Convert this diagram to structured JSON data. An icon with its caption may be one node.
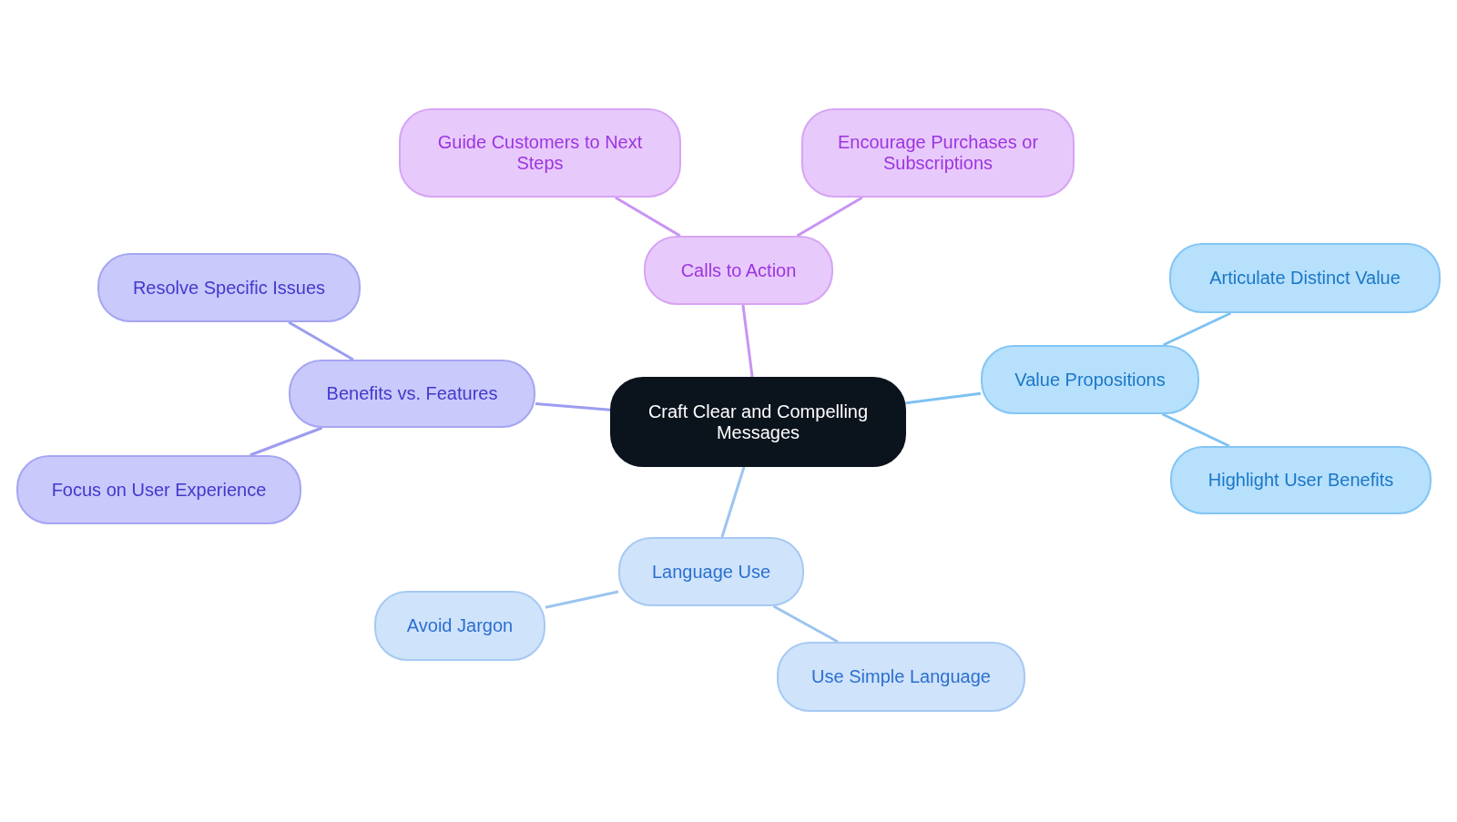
{
  "diagram": {
    "nodes": [
      {
        "text": [
          "Craft Clear and Compelling Messages"
        ]
      },
      {
        "text": [
          "Calls to Action"
        ]
      },
      {
        "text": [
          "Guide Customers to Next Steps"
        ]
      },
      {
        "text": [
          "Encourage Purchases or Subscriptions"
        ]
      },
      {
        "text": [
          "Value Propositions"
        ]
      },
      {
        "text": [
          "Articulate Distinct Value"
        ]
      },
      {
        "text": [
          "Highlight User Benefits"
        ]
      },
      {
        "text": [
          "Language Use"
        ]
      },
      {
        "text": [
          "Avoid Jargon"
        ]
      },
      {
        "text": [
          "Use Simple Language"
        ]
      },
      {
        "text": [
          "Benefits vs. Features"
        ]
      },
      {
        "text": [
          "Resolve Specific Issues"
        ]
      },
      {
        "text": [
          "Focus on User Experience"
        ]
      }
    ],
    "edges": [
      {
        "from": 0,
        "to": 1,
        "arrow": "none",
        "color": "#c894f2"
      },
      {
        "from": 1,
        "to": 2,
        "arrow": "none",
        "color": "#c894f2"
      },
      {
        "from": 1,
        "to": 3,
        "arrow": "none",
        "color": "#c894f2"
      },
      {
        "from": 0,
        "to": 4,
        "arrow": "none",
        "color": "#7ec2f2"
      },
      {
        "from": 4,
        "to": 5,
        "arrow": "none",
        "color": "#7ec2f2"
      },
      {
        "from": 4,
        "to": 6,
        "arrow": "none",
        "color": "#7ec2f2"
      },
      {
        "from": 0,
        "to": 7,
        "arrow": "none",
        "color": "#9cc4f0"
      },
      {
        "from": 7,
        "to": 8,
        "arrow": "none",
        "color": "#9cc4f0"
      },
      {
        "from": 7,
        "to": 9,
        "arrow": "none",
        "color": "#9cc4f0"
      },
      {
        "from": 0,
        "to": 10,
        "arrow": "none",
        "color": "#9c9cf0"
      },
      {
        "from": 10,
        "to": 11,
        "arrow": "none",
        "color": "#9c9cf0"
      },
      {
        "from": 10,
        "to": 12,
        "arrow": "none",
        "color": "#9c9cf0"
      }
    ]
  }
}
